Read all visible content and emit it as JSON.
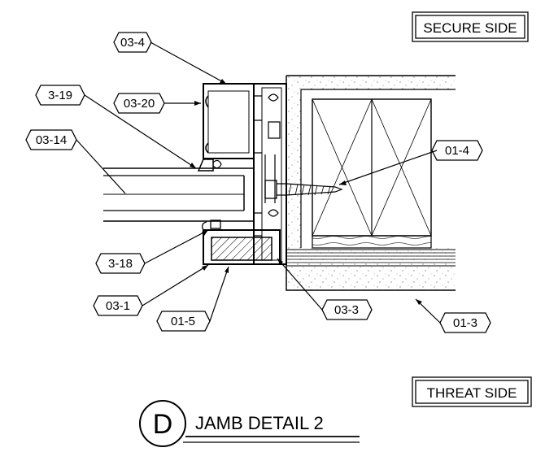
{
  "labels": {
    "secure_side": "SECURE SIDE",
    "threat_side": "THREAT SIDE"
  },
  "title": {
    "letter": "D",
    "text": "JAMB DETAIL 2"
  },
  "callouts": {
    "c03_4": "03-4",
    "c3_19": "3-19",
    "c03_20": "03-20",
    "c03_14": "03-14",
    "c01_4": "01-4",
    "c3_18": "3-18",
    "c03_1": "03-1",
    "c01_5": "01-5",
    "c03_3": "03-3",
    "c01_3": "01-3"
  }
}
